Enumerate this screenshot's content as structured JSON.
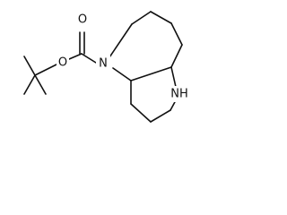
{
  "molecule": {
    "atoms": {
      "carbonyl_oxygen": "O",
      "ester_oxygen": "O",
      "amide_nitrogen": "N",
      "amine_nitrogen": "NH"
    },
    "colors": {
      "ink": "#111111",
      "background": "#ffffff"
    }
  }
}
